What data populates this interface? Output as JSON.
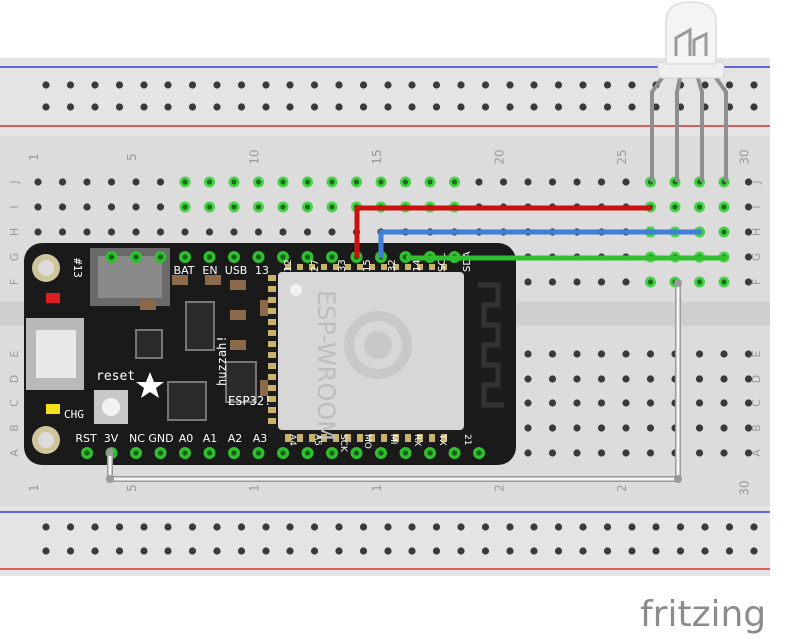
{
  "breadboard": {
    "column_numbers": [
      "1",
      "5",
      "10",
      "15",
      "20",
      "25",
      "30"
    ],
    "bottom_column_numbers": [
      "1",
      "5",
      "1",
      "1",
      "2",
      "2",
      "30"
    ],
    "row_letters_top": [
      "J",
      "I",
      "H",
      "G",
      "F"
    ],
    "row_letters_bottom": [
      "E",
      "D",
      "C",
      "B",
      "A"
    ]
  },
  "board": {
    "top_pins": [
      "BAT",
      "EN",
      "USB",
      "13",
      "12",
      "27",
      "33",
      "15",
      "32",
      "14",
      "SCL",
      "SDA"
    ],
    "bottom_pins": [
      "RST",
      "3V",
      "NC",
      "GND",
      "A0",
      "A1",
      "A2",
      "A3",
      "A4",
      "A5",
      "SCK",
      "MO",
      "MI",
      "RX",
      "TX",
      "21"
    ],
    "module_text": "ESP-WROOM",
    "labels": {
      "reset": "reset",
      "chg": "CHG",
      "pin13": "#13",
      "huzzah": "huzzah!",
      "esp32": "ESP32!"
    }
  },
  "led": {
    "type": "RGB LED common anode"
  },
  "wires": [
    {
      "name": "red-wire",
      "color": "#cc1010"
    },
    {
      "name": "blue-wire",
      "color": "#3f7fd8"
    },
    {
      "name": "green-wire",
      "color": "#2fbf2f"
    },
    {
      "name": "white-wire",
      "color": "#cfcfcf"
    }
  ],
  "brand": "fritzing"
}
